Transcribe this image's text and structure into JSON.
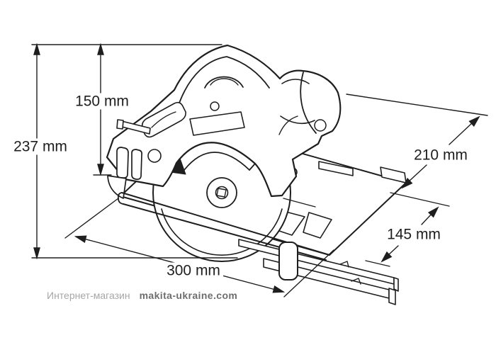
{
  "colors": {
    "line": "#1e1e1e",
    "background": "#ffffff",
    "watermark_prefix": "#a6a6a6",
    "watermark_site": "#6e6e6e"
  },
  "diagram": {
    "subject": "circular-saw-dimension-drawing",
    "dimensions": {
      "height_150": {
        "label": "150 mm",
        "value_mm": 150
      },
      "height_237": {
        "label": "237 mm",
        "value_mm": 237
      },
      "depth_210": {
        "label": "210 mm",
        "value_mm": 210
      },
      "width_145": {
        "label": "145 mm",
        "value_mm": 145
      },
      "length_300": {
        "label": "300 mm",
        "value_mm": 300
      }
    }
  },
  "watermark": {
    "store_text": "Интернет-магазин",
    "site_text": "makita-ukraine.com"
  }
}
